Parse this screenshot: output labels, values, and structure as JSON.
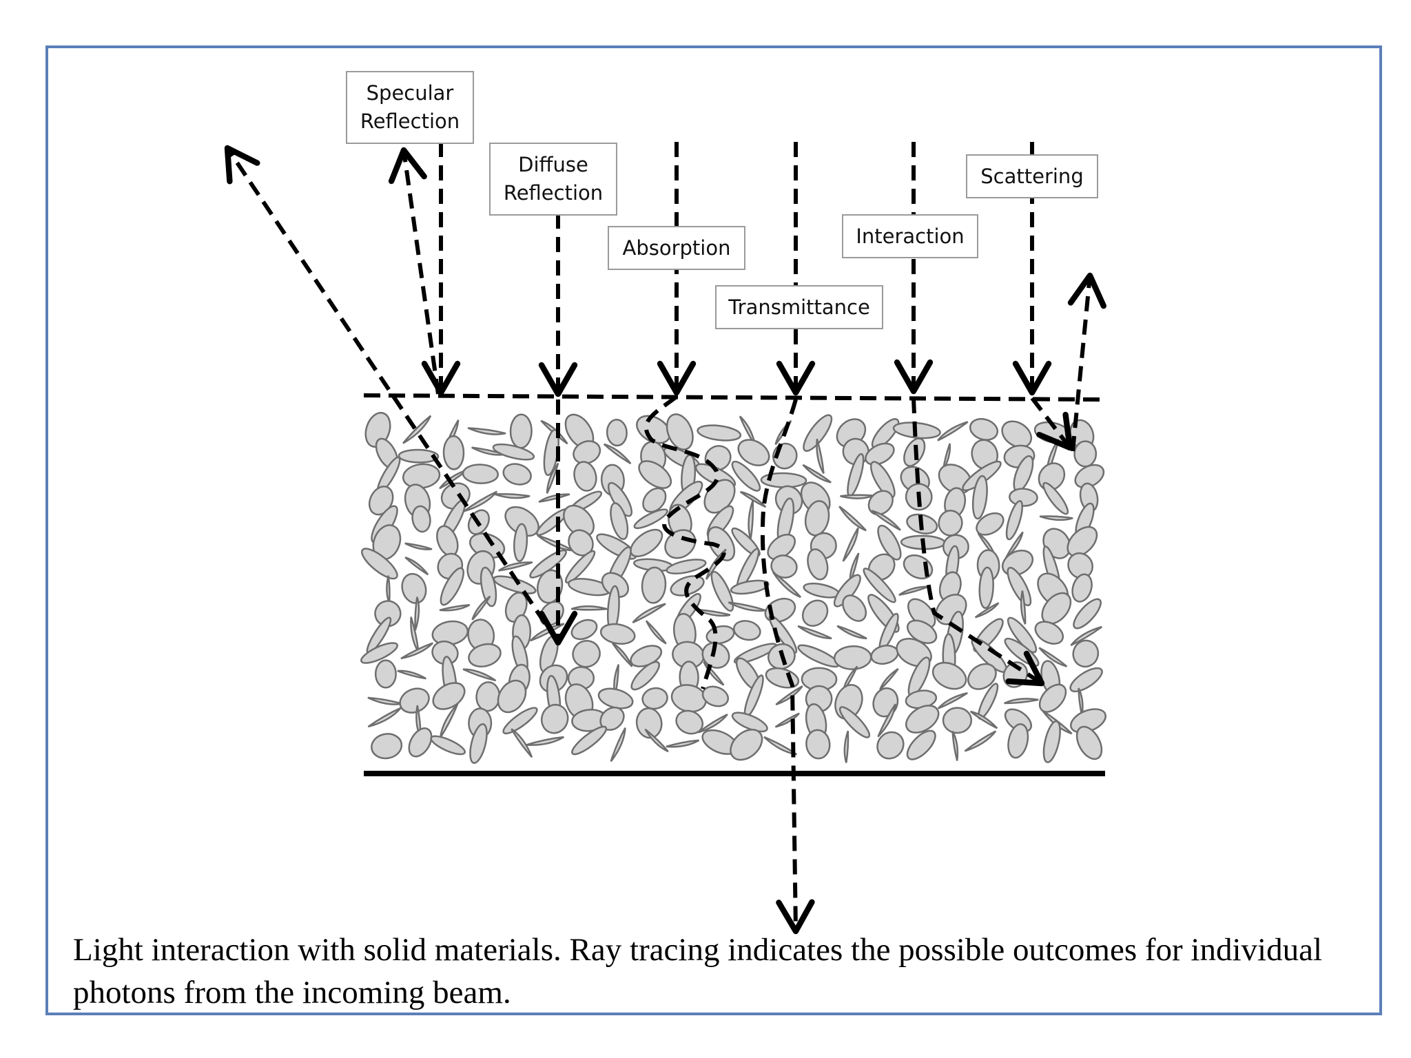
{
  "labels": {
    "specular": "Specular\nReflection",
    "diffuse": "Diffuse\nReflection",
    "absorption": "Absorption",
    "transmittance": "Transmittance",
    "interaction": "Interaction",
    "scattering": "Scattering"
  },
  "caption": "Light interaction with solid materials. Ray tracing indicates the possible outcomes for individual photons from the incoming beam.",
  "colors": {
    "frame_border": "#5b7fb9",
    "particle_fill": "#d4d4d4",
    "particle_stroke": "#6e6e6e",
    "ray": "#000000"
  }
}
